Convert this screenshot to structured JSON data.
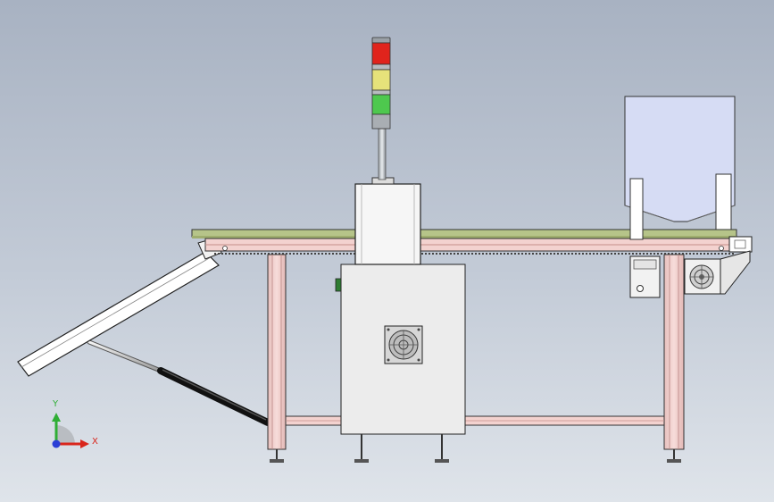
{
  "scene": {
    "subject": "conveyor-metal-detector-assembly",
    "colors": {
      "background_top": "#a8b2c2",
      "background_bottom": "#dfe4ea",
      "belt": "#b6c489",
      "frame_profile": "#f3d2cf",
      "housing": "#ececec",
      "hopper": "#d6dcf4",
      "signal_red": "#e0241c",
      "signal_yellow": "#e6e27a",
      "signal_green": "#4ec84e",
      "axis_x": "#d9261c",
      "axis_y": "#2fae35",
      "axis_origin": "#2b3fd6"
    },
    "signal_tower": {
      "segments": [
        "red",
        "yellow",
        "green"
      ]
    },
    "fans": [
      "detector-cooling-fan",
      "motor-fan"
    ]
  },
  "triad": {
    "x_label": "X",
    "y_label": "Y"
  }
}
